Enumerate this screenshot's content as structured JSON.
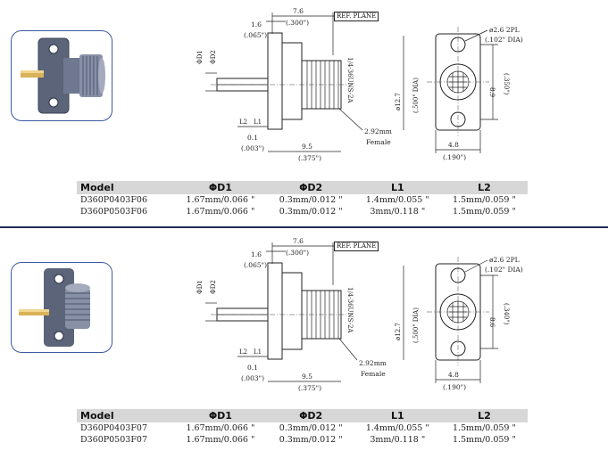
{
  "sections": [
    {
      "drawing": {
        "dim_top": "7.6",
        "dim_top_in": "(.300\")",
        "dim_flange": "1.6",
        "dim_flange_in": "(.065\")",
        "ref_plane": "REF. PLANE",
        "d1": "ΦD1",
        "d2": "ΦD2",
        "l1": "L1",
        "l2": "L2",
        "dim_pin": "0.1",
        "dim_pin_in": "(.003\")",
        "dim_body": "9.5",
        "dim_body_in": "(.375\")",
        "thread": "1/4-36UNS-2A",
        "dia_flange": "ø12.7",
        "dia_flange_in": "(.500\" DIA)",
        "interface_a": "2.92mm",
        "interface_b": "Female",
        "hole_dia": "ø2.6  2PL",
        "hole_dia_in": "(.102\" DIA)",
        "hole_pitch": "8.9",
        "hole_pitch_in": "(.350\")",
        "flange_width": "4.8",
        "flange_width_in": "(.190\")"
      },
      "table": {
        "headers": [
          "Model",
          "ΦD1",
          "ΦD2",
          "L1",
          "L2"
        ],
        "rows": [
          [
            "D360P0403F06",
            "1.67mm/0.066 \"",
            "0.3mm/0.012 \"",
            "1.4mm/0.055 \"",
            "1.5mm/0.059 \""
          ],
          [
            "D360P0503F06",
            "1.67mm/0.066 \"",
            "0.3mm/0.012 \"",
            "3mm/0.118 \"",
            "1.5mm/0.059 \""
          ]
        ]
      }
    },
    {
      "drawing": {
        "dim_top": "7.6",
        "dim_top_in": "(.300\")",
        "dim_flange": "1.6",
        "dim_flange_in": "(.065\")",
        "ref_plane": "REF. PLANE",
        "d1": "ΦD1",
        "d2": "ΦD2",
        "l1": "L1",
        "l2": "L2",
        "dim_pin": "0.1",
        "dim_pin_in": "(.003\")",
        "dim_body": "9.5",
        "dim_body_in": "(.375\")",
        "thread": "1/4-36UNS-2A",
        "dia_flange": "ø12.7",
        "dia_flange_in": "(.500\" DIA)",
        "interface_a": "2.92mm",
        "interface_b": "Female",
        "hole_dia": "ø2.6  2PL",
        "hole_dia_in": "(.102\" DIA)",
        "hole_pitch": "8.6",
        "hole_pitch_in": "(.340\")",
        "flange_width": "4.8",
        "flange_width_in": "(.190\")"
      },
      "table": {
        "headers": [
          "Model",
          "ΦD1",
          "ΦD2",
          "L1",
          "L2"
        ],
        "rows": [
          [
            "D360P0403F07",
            "1.67mm/0.066 \"",
            "0.3mm/0.012 \"",
            "1.4mm/0.055 \"",
            "1.5mm/0.059 \""
          ],
          [
            "D360P0503F07",
            "1.67mm/0.066 \"",
            "0.3mm/0.012 \"",
            "3mm/0.118 \"",
            "1.5mm/0.059 \""
          ]
        ]
      }
    }
  ]
}
